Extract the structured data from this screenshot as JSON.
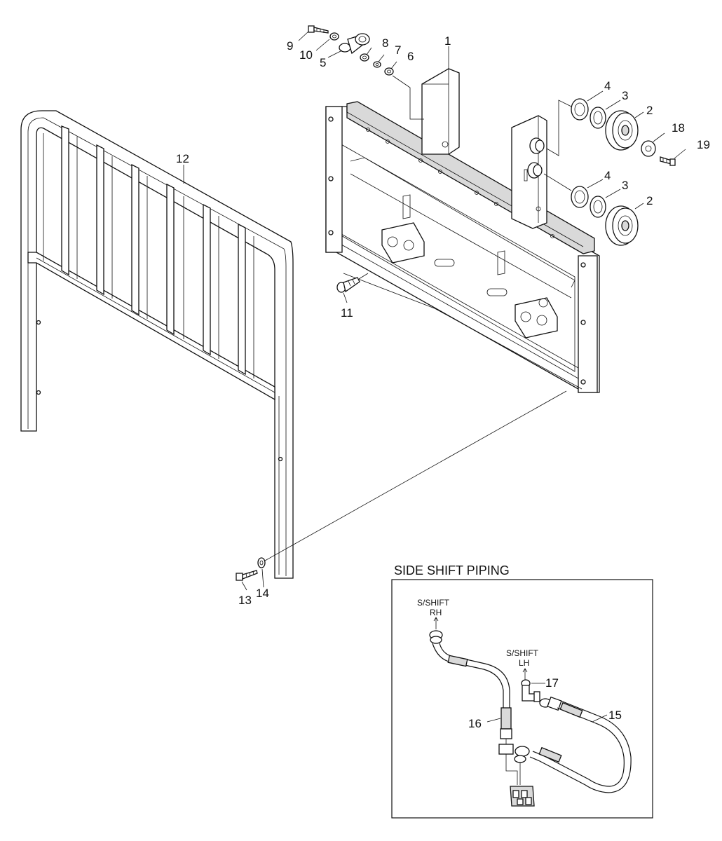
{
  "callouts": [
    {
      "id": "c1",
      "text": "1"
    },
    {
      "id": "c2a",
      "text": "2"
    },
    {
      "id": "c2b",
      "text": "2"
    },
    {
      "id": "c3a",
      "text": "3"
    },
    {
      "id": "c3b",
      "text": "3"
    },
    {
      "id": "c4a",
      "text": "4"
    },
    {
      "id": "c4b",
      "text": "4"
    },
    {
      "id": "c5",
      "text": "5"
    },
    {
      "id": "c6",
      "text": "6"
    },
    {
      "id": "c7",
      "text": "7"
    },
    {
      "id": "c8",
      "text": "8"
    },
    {
      "id": "c9",
      "text": "9"
    },
    {
      "id": "c10",
      "text": "10"
    },
    {
      "id": "c11",
      "text": "11"
    },
    {
      "id": "c12",
      "text": "12"
    },
    {
      "id": "c13",
      "text": "13"
    },
    {
      "id": "c14",
      "text": "14"
    },
    {
      "id": "c15",
      "text": "15"
    },
    {
      "id": "c16",
      "text": "16"
    },
    {
      "id": "c17",
      "text": "17"
    },
    {
      "id": "c18",
      "text": "18"
    },
    {
      "id": "c19",
      "text": "19"
    }
  ],
  "inset": {
    "title": "SIDE SHIFT PIPING",
    "rh_line1": "S/SHIFT",
    "rh_line2": "RH",
    "lh_line1": "S/SHIFT",
    "lh_line2": "LH"
  }
}
